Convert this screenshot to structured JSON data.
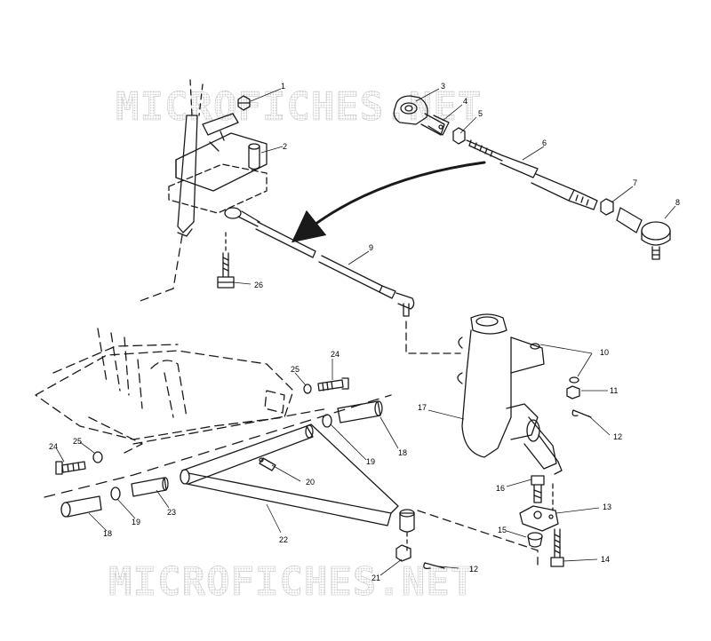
{
  "watermark": {
    "top": "MICROFICHES.NET",
    "bottom": "MICROFICHES.NET"
  },
  "callouts": [
    "1",
    "2",
    "3",
    "4",
    "5",
    "6",
    "7",
    "8",
    "9",
    "10",
    "11",
    "12",
    "13",
    "14",
    "15",
    "16",
    "17",
    "18",
    "18",
    "19",
    "19",
    "20",
    "21",
    "22",
    "23",
    "24",
    "24",
    "25",
    "25",
    "26",
    "12"
  ],
  "colors": {
    "line": "#1a1a1a",
    "watermark_fill": "#e3e3e3",
    "watermark_stroke": "#c8c8c8"
  }
}
